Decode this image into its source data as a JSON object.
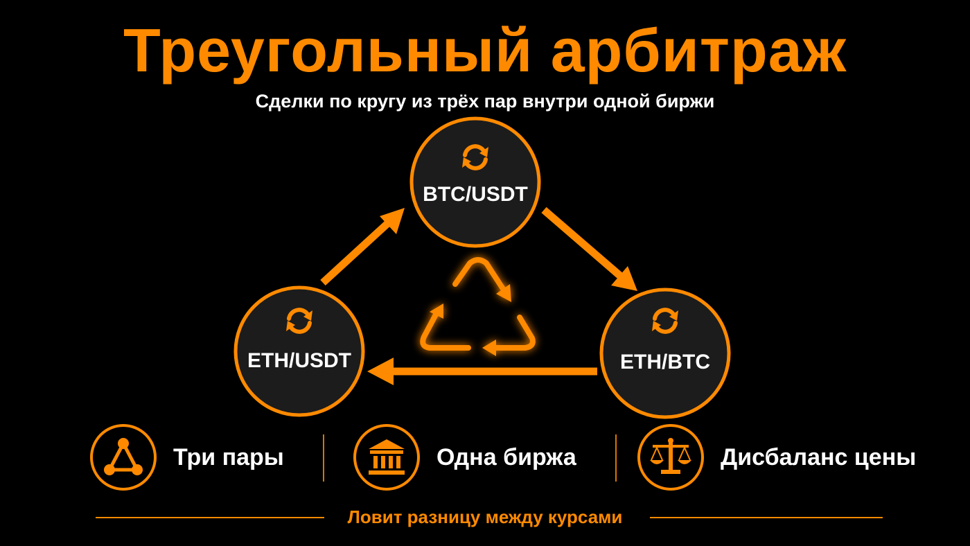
{
  "header": {
    "title": "Треугольный арбитраж",
    "subtitle": "Сделки по кругу из трёх пар внутри одной биржи"
  },
  "diagram": {
    "nodes": [
      {
        "id": "top",
        "label": "BTC/USDT",
        "icon": "refresh-icon"
      },
      {
        "id": "right",
        "label": "ETH/BTC",
        "icon": "refresh-icon"
      },
      {
        "id": "left",
        "label": "ETH/USDT",
        "icon": "refresh-icon"
      }
    ],
    "flow": [
      "BTC/USDT",
      "ETH/BTC",
      "ETH/USDT",
      "BTC/USDT"
    ],
    "center_icon": "cycle-triangle-icon"
  },
  "features": [
    {
      "label": "Три пары",
      "icon": "triangle-network-icon"
    },
    {
      "label": "Одна биржа",
      "icon": "bank-icon"
    },
    {
      "label": "Дисбаланс цены",
      "icon": "scales-icon"
    }
  ],
  "footer": {
    "text": "Ловит разницу между курсами"
  },
  "colors": {
    "accent": "#ff8a00",
    "background": "#000000",
    "node_fill": "#1c1c1c",
    "text": "#ffffff"
  }
}
